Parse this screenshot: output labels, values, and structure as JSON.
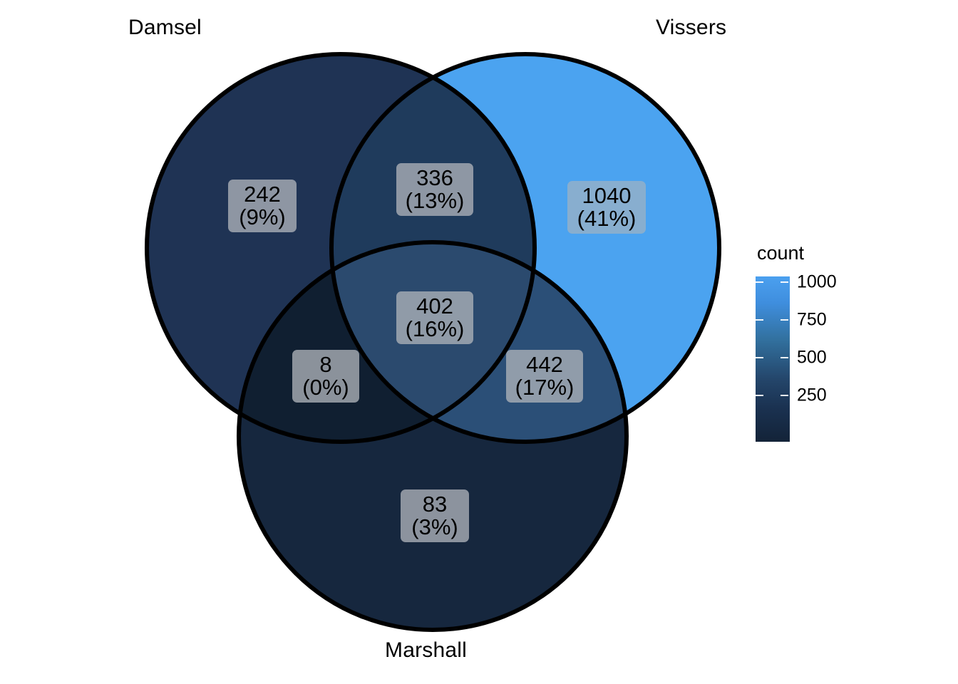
{
  "chart_data": {
    "type": "venn",
    "title": "",
    "sets": [
      "Damsel",
      "Vissers",
      "Marshall"
    ],
    "set_positions": {
      "Damsel": "top-left",
      "Vissers": "top-right",
      "Marshall": "bottom"
    },
    "regions": [
      {
        "id": "damsel_only",
        "sets": [
          "Damsel"
        ],
        "count": 242,
        "count_label": "242",
        "percent_label": "(9%)",
        "fill": "#1f3354"
      },
      {
        "id": "damsel_vissers",
        "sets": [
          "Damsel",
          "Vissers"
        ],
        "count": 336,
        "count_label": "336",
        "percent_label": "(13%)",
        "fill": "#1f3b5c"
      },
      {
        "id": "vissers_only",
        "sets": [
          "Vissers"
        ],
        "count": 1040,
        "count_label": "1040",
        "percent_label": "(41%)",
        "fill": "#4ba3f0"
      },
      {
        "id": "damsel_vissers_marshall",
        "sets": [
          "Damsel",
          "Vissers",
          "Marshall"
        ],
        "count": 402,
        "count_label": "402",
        "percent_label": "(16%)",
        "fill": "#2b4a6e"
      },
      {
        "id": "damsel_marshall",
        "sets": [
          "Damsel",
          "Marshall"
        ],
        "count": 8,
        "count_label": "8",
        "percent_label": "(0%)",
        "fill": "#101f31"
      },
      {
        "id": "vissers_marshall",
        "sets": [
          "Vissers",
          "Marshall"
        ],
        "count": 442,
        "count_label": "442",
        "percent_label": "(17%)",
        "fill": "#2b4f77"
      },
      {
        "id": "marshall_only",
        "sets": [
          "Marshall"
        ],
        "count": 83,
        "count_label": "83",
        "percent_label": "(3%)",
        "fill": "#16273e"
      }
    ],
    "legend": {
      "title": "count",
      "ticks": [
        1000,
        750,
        500,
        250
      ],
      "tick_labels": [
        "1000",
        "750",
        "500",
        "250"
      ],
      "scale_min": 0,
      "scale_max": 1100,
      "low_color": "#132338",
      "high_color": "#4ba0ef",
      "position": "right"
    },
    "stroke_color": "#000000",
    "background": "#ffffff"
  },
  "labels": {
    "damsel": "Damsel",
    "vissers": "Vissers",
    "marshall": "Marshall"
  },
  "legend": {
    "title": "count",
    "t1000": "1000",
    "t750": "750",
    "t500": "500",
    "t250": "250"
  },
  "counts": {
    "damsel_only": {
      "n": "242",
      "p": "(9%)"
    },
    "damsel_vissers": {
      "n": "336",
      "p": "(13%)"
    },
    "vissers_only": {
      "n": "1040",
      "p": "(41%)"
    },
    "center": {
      "n": "402",
      "p": "(16%)"
    },
    "damsel_marshall": {
      "n": "8",
      "p": "(0%)"
    },
    "vissers_marshall": {
      "n": "442",
      "p": "(17%)"
    },
    "marshall_only": {
      "n": "83",
      "p": "(3%)"
    }
  }
}
